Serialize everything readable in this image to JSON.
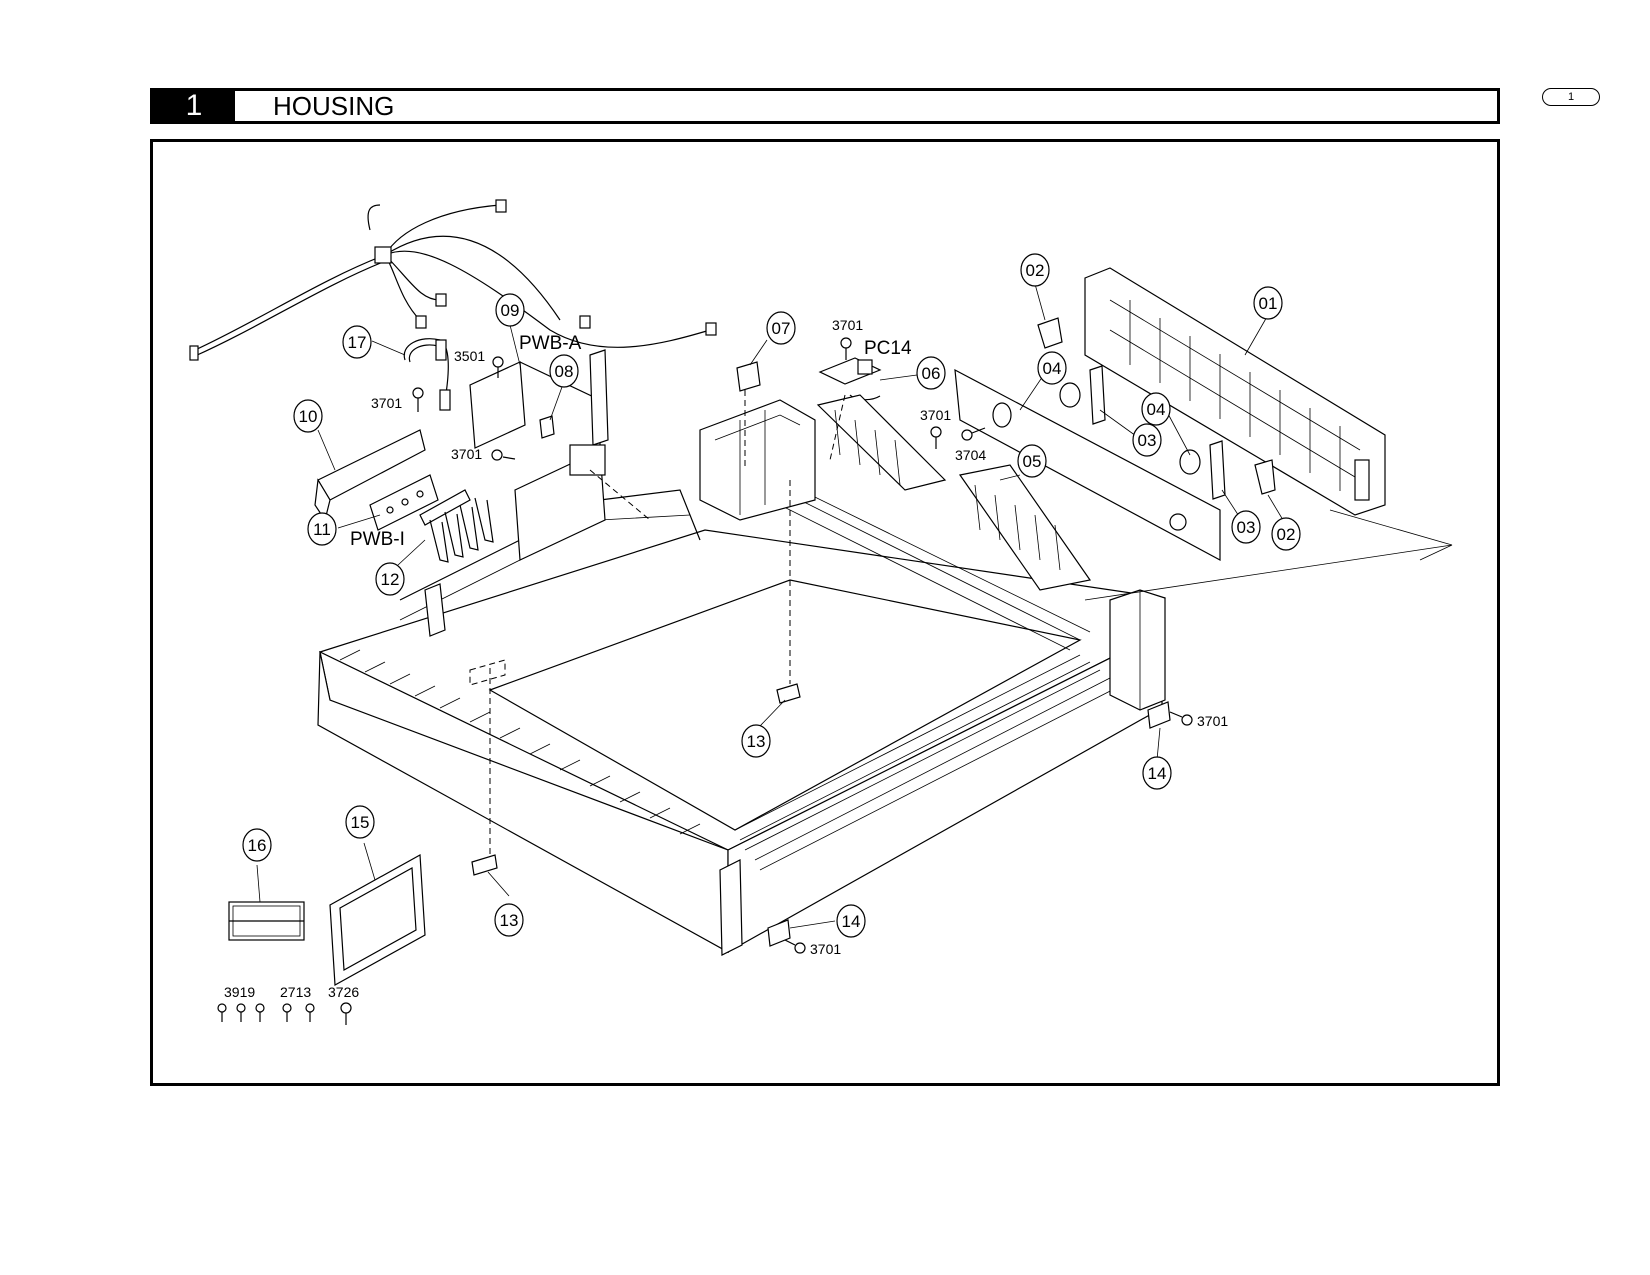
{
  "header": {
    "section_number": "1",
    "section_title": "HOUSING"
  },
  "page_tab": "1",
  "callouts": [
    {
      "num": "01"
    },
    {
      "num": "02"
    },
    {
      "num": "02"
    },
    {
      "num": "03"
    },
    {
      "num": "03"
    },
    {
      "num": "04"
    },
    {
      "num": "04"
    },
    {
      "num": "05"
    },
    {
      "num": "06"
    },
    {
      "num": "07"
    },
    {
      "num": "08"
    },
    {
      "num": "09"
    },
    {
      "num": "10"
    },
    {
      "num": "11"
    },
    {
      "num": "12"
    },
    {
      "num": "13"
    },
    {
      "num": "13"
    },
    {
      "num": "14"
    },
    {
      "num": "14"
    },
    {
      "num": "15"
    },
    {
      "num": "16"
    },
    {
      "num": "17"
    }
  ],
  "labels": {
    "pwb_a": "PWB-A",
    "pwb_i": "PWB-I",
    "pc14": "PC14",
    "screw_3501": "3501",
    "screw_3701": "3701",
    "screw_3704": "3704",
    "screw_3919": "3919",
    "screw_2713": "2713",
    "screw_3726": "3726"
  }
}
